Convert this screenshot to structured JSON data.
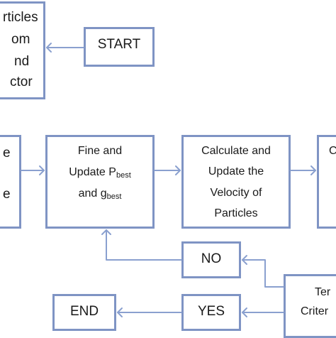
{
  "nodes": {
    "init": {
      "line1": "rticles",
      "line2": "om",
      "line3": "nd",
      "line4": "ctor"
    },
    "start": {
      "label": "START"
    },
    "left_mid": {
      "line1": "e",
      "line2": "e"
    },
    "fine_update": {
      "line1": "Fine and",
      "line2_pre": "Update P",
      "line2_sub": "best",
      "line3_pre": "and g",
      "line3_sub": "best"
    },
    "calc_velocity": {
      "line1": "Calculate and",
      "line2": "Update the",
      "line3": "Velocity of",
      "line4": "Particles"
    },
    "right_mid": {
      "line1": "C"
    },
    "no": {
      "label": "NO"
    },
    "yes": {
      "label": "YES"
    },
    "end": {
      "label": "END"
    },
    "termination": {
      "line1": "Ter",
      "line2": "Criter"
    }
  },
  "colors": {
    "border": "#7f94c4",
    "arrow": "#8aa0cf",
    "text": "#1a1a1a"
  }
}
